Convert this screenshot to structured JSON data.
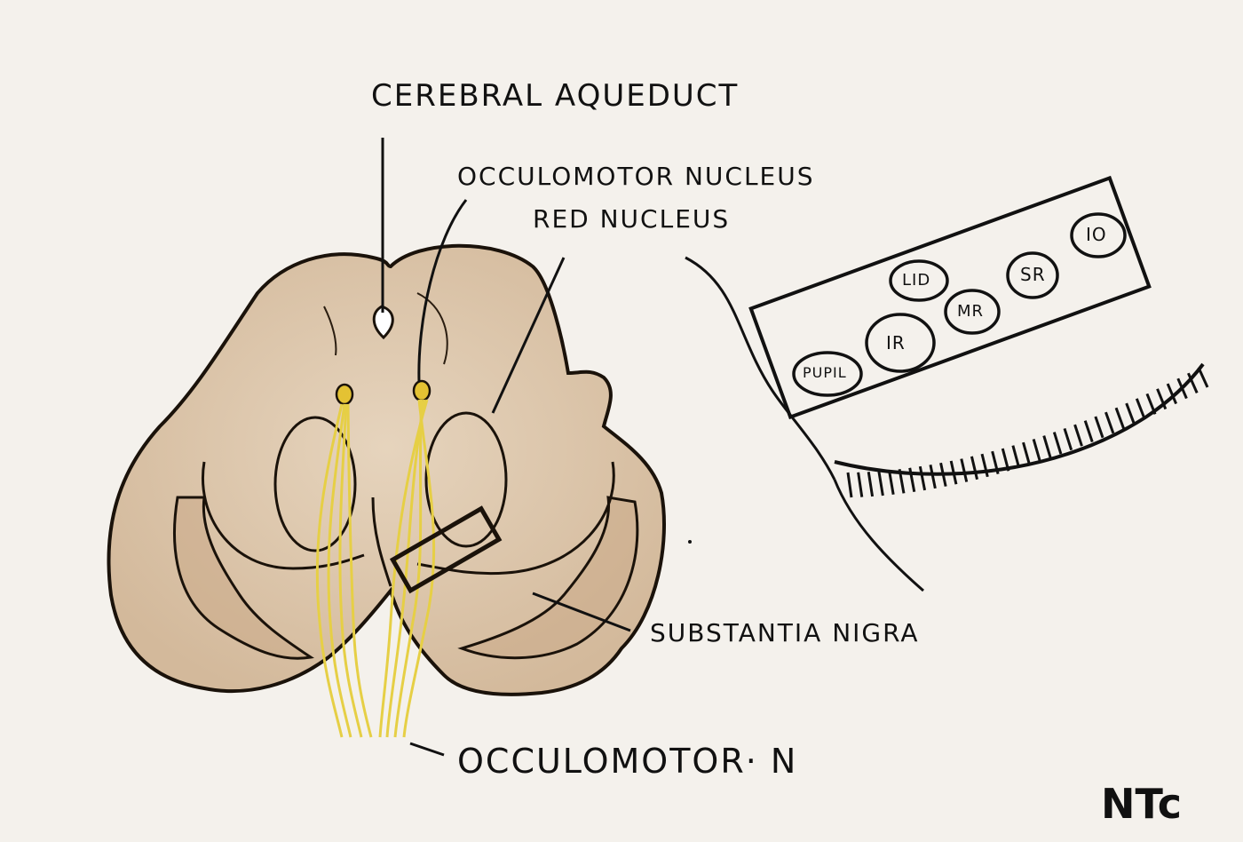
{
  "labels": {
    "cerebral_aqueduct": "Cerebral Aqueduct",
    "oculomotor_nucleus": "Occulomotor Nucleus",
    "red_nucleus": "Red Nucleus",
    "substantia_nigra": "Substantia Nigra",
    "oculomotor_nerve": "Occulomotor· N"
  },
  "nucleus_box": {
    "cells": [
      "Pupil",
      "IR",
      "Lid",
      "MR",
      "SR",
      "IO"
    ]
  },
  "signature": "NTc",
  "colors": {
    "background": "#f4f1ec",
    "tissue": "#dfc9ae",
    "tissue_shade": "#cbb091",
    "nerve": "#e8d24a",
    "ink": "#111111"
  }
}
